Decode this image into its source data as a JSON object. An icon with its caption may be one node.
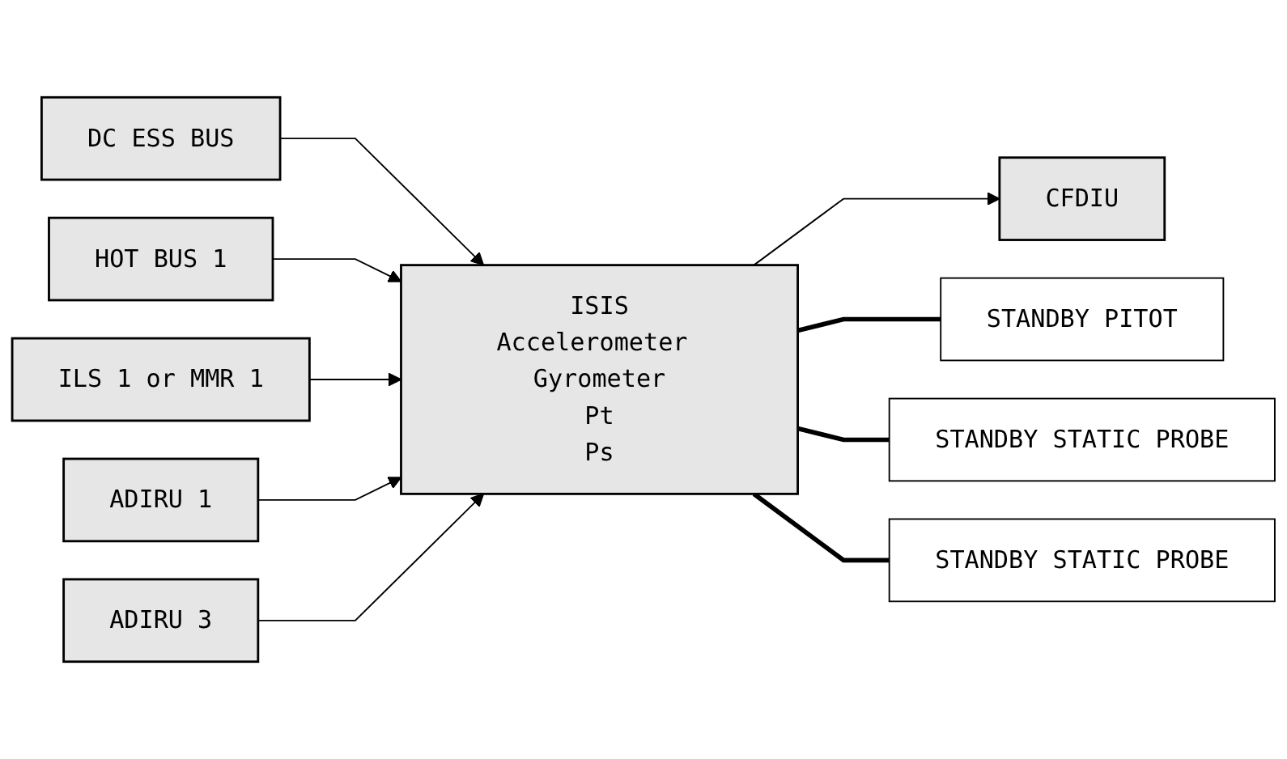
{
  "diagram": {
    "nodes": [
      {
        "text": [
          "DC ESS BUS"
        ]
      },
      {
        "text": [
          "HOT BUS 1"
        ]
      },
      {
        "text": [
          "ILS 1 or MMR 1"
        ]
      },
      {
        "text": [
          "ADIRU 1"
        ]
      },
      {
        "text": [
          "ADIRU 3"
        ]
      },
      {
        "text": [
          "ISIS",
          "Accelerometer Gyrometer",
          "Pt",
          "Ps"
        ]
      },
      {
        "text": [
          "CFDIU"
        ]
      },
      {
        "text": [
          "STANDBY PITOT"
        ]
      },
      {
        "text": [
          "STANDBY STATIC PROBE"
        ]
      },
      {
        "text": [
          "STANDBY STATIC PROBE"
        ]
      }
    ],
    "edges": [
      {
        "from": 0,
        "to": 5,
        "arrow": "to"
      },
      {
        "from": 1,
        "to": 5,
        "arrow": "to"
      },
      {
        "from": 2,
        "to": 5,
        "arrow": "to"
      },
      {
        "from": 3,
        "to": 5,
        "arrow": "to"
      },
      {
        "from": 4,
        "to": 5,
        "arrow": "to"
      },
      {
        "from": 5,
        "to": 6,
        "arrow": "to"
      },
      {
        "from": 5,
        "to": 7,
        "arrow": "none",
        "style": "thick"
      },
      {
        "from": 5,
        "to": 8,
        "arrow": "none",
        "style": "thick"
      },
      {
        "from": 5,
        "to": 9,
        "arrow": "none",
        "style": "thick"
      }
    ]
  }
}
